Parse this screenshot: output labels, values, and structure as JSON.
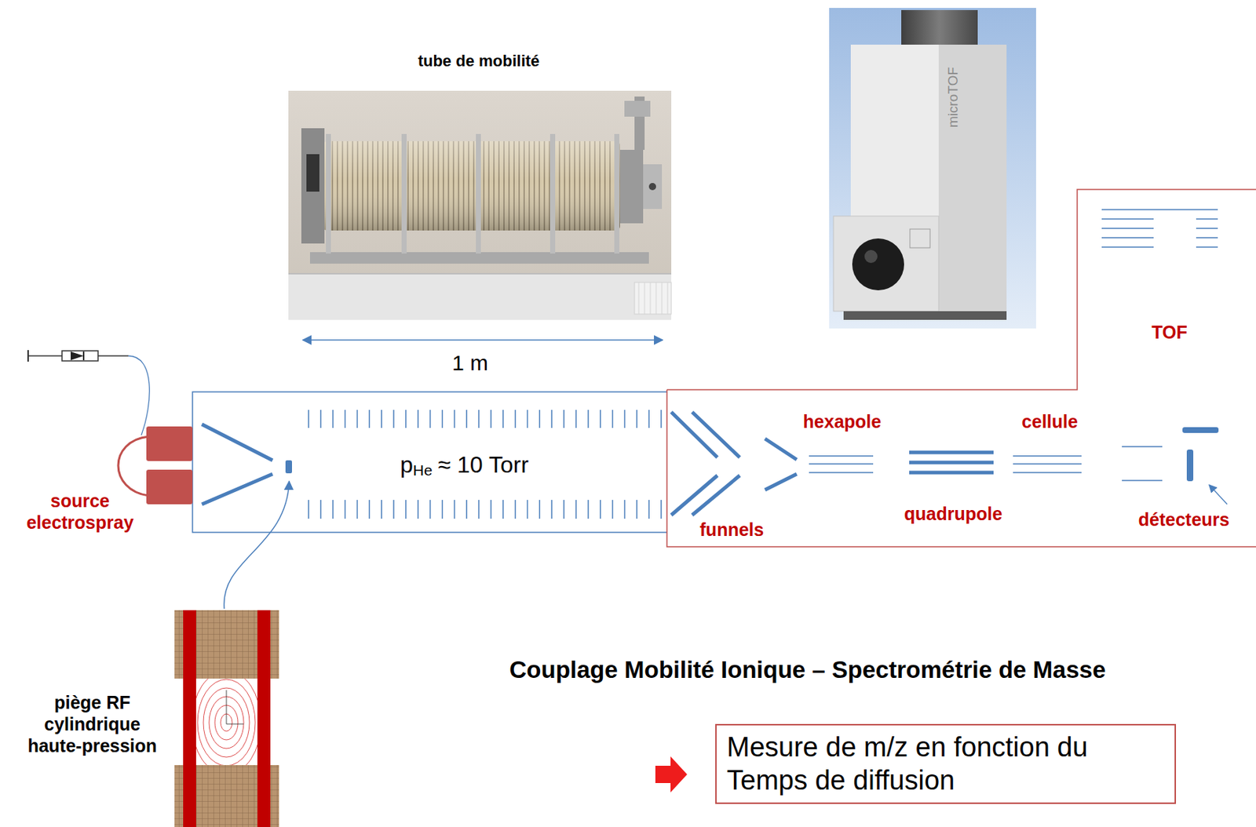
{
  "diagram": {
    "title": "Couplage Mobilité Ionique – Spectrométrie de Masse",
    "nodes": [
      {
        "text": [
          "Mesure de m/z en fonction du Temps de diffusion"
        ]
      }
    ],
    "labels": [
      "tube de mobilité",
      "1 m",
      "p",
      "He",
      "≈ 10 Torr",
      "source electrospray",
      "funnels",
      "hexapole",
      "quadrupole",
      "cellule",
      "détecteurs",
      "TOF",
      "piège RF cylindrique haute-pression",
      "microTOF"
    ]
  }
}
